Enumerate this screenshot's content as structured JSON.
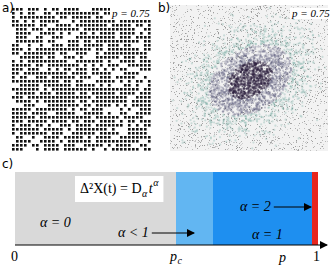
{
  "diagram": {
    "labels": [
      "a)",
      "p = 0.75",
      "b)",
      "p = 0.75",
      "c)",
      "Δ²X(t) = D",
      "α",
      "t",
      "α",
      "α = 0",
      "α < 1",
      "α = 2",
      "α = 1",
      "0",
      "p",
      "c",
      "p",
      "1"
    ]
  }
}
